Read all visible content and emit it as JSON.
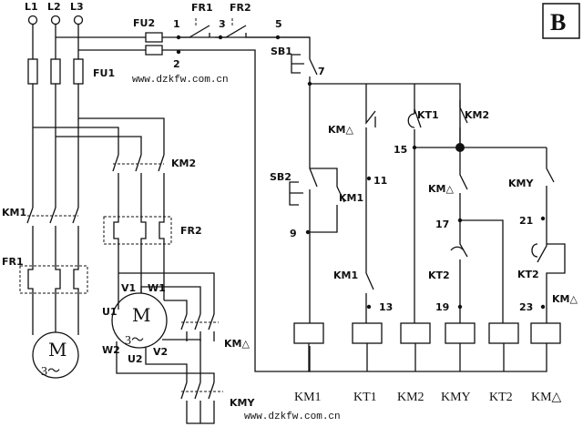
{
  "badge": "B",
  "watermark_top": "www.dzkfw.com.cn",
  "watermark_bottom": "www.dzkfw.com.cn",
  "power": {
    "phases": [
      "L1",
      "L2",
      "L3"
    ],
    "fuse_main": "FU1",
    "fuse_ctrl": "FU2",
    "contactor_main": "KM1",
    "contactor_2": "KM2",
    "overload_1": "FR1",
    "overload_2": "FR2",
    "contactor_delta": "KM△",
    "contactor_star": "KMY"
  },
  "motor1": {
    "symbol": "M",
    "spec": "3～"
  },
  "motor2": {
    "symbol": "M",
    "spec": "3～",
    "terminals": [
      "U1",
      "V1",
      "W1",
      "U2",
      "V2",
      "W2"
    ]
  },
  "control": {
    "fr1": "FR1",
    "fr2": "FR2",
    "sb1": "SB1",
    "sb2": "SB2",
    "km1_aux": "KM1",
    "km1_aux_b": "KM1",
    "km_delta_nc": "KM△",
    "kt1_contact": "KT1",
    "km2_contact": "KM2",
    "km_delta_nc2": "KM△",
    "kmy_contact": "KMY",
    "kt2_contact_a": "KT2",
    "kt2_contact_b": "KT2",
    "km_delta_aux": "KM△",
    "nodes": [
      "1",
      "2",
      "3",
      "5",
      "7",
      "9",
      "11",
      "13",
      "15",
      "17",
      "19",
      "21",
      "23"
    ]
  },
  "coils": [
    "KM1",
    "KT1",
    "KM2",
    "KMY",
    "KT2",
    "KM△"
  ]
}
